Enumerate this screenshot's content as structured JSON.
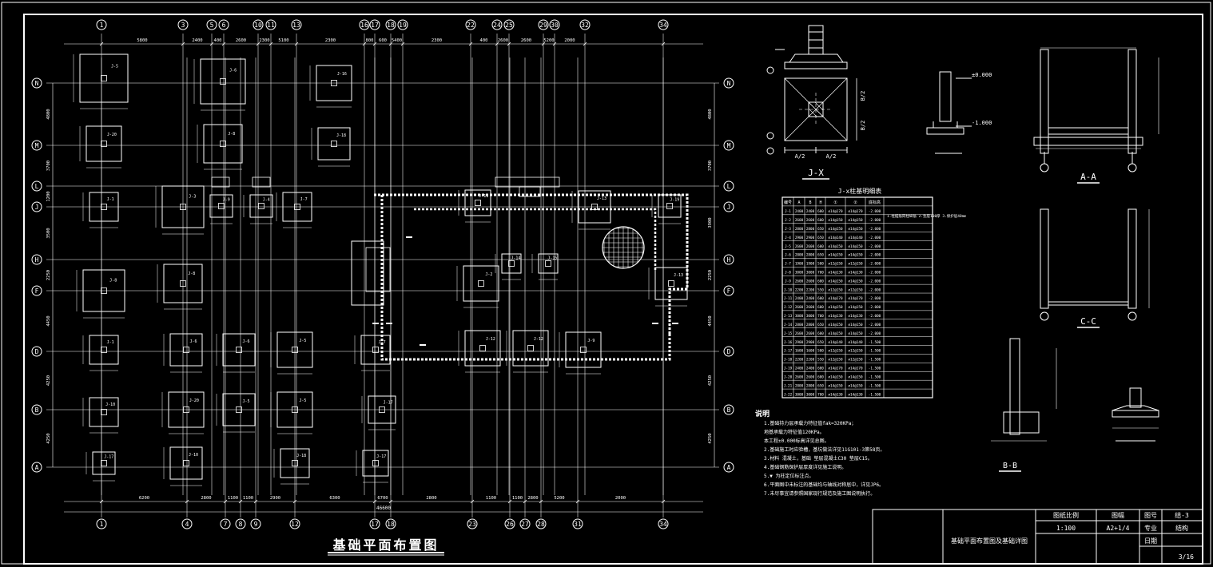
{
  "drawing": {
    "title": "基础平面布置图",
    "scale_label": "1:100",
    "sheet_label": "A2+1/4",
    "sheet_no": "3/16",
    "detail_jx": "J-X",
    "detail_aa": "A-A",
    "detail_cc": "C-C",
    "detail_bb": "B-B",
    "table_title": "J-x柱基明细表",
    "notes_heading": "说明",
    "notes": [
      "1.基础持力层承载力特征值fak=320KPa；",
      "  地基承载力特征值120KPa。",
      "  本工程±0.000标高详见总图。",
      "2.基础施工时应验槽，基坑做法详见11G101-3第58页。",
      "3.材料 混凝土，基础 垫层混凝土C30 垫层C15。",
      "4.基础钢筋保护层厚度详见施工说明。",
      "5.▼ 为柱定位标注点。",
      "6.平面图中未标注的基础均与轴线对称居中，详见JP6。",
      "7.未尽事宜请参照国家现行规范及施工图说明执行。"
    ]
  },
  "grid": {
    "top_labels": [
      "1",
      "3",
      "5",
      "6",
      "10",
      "11",
      "13",
      "16",
      "17",
      "18",
      "19",
      "22",
      "24",
      "25",
      "29",
      "30",
      "32",
      "34"
    ],
    "bottom_labels": [
      "1",
      "4",
      "7",
      "8",
      "9",
      "12",
      "17",
      "18",
      "23",
      "26",
      "27",
      "28",
      "31",
      "34"
    ],
    "row_labels": [
      "N",
      "M",
      "L",
      "J",
      "H",
      "F",
      "D",
      "B",
      "A"
    ],
    "top_dims": [
      "5800",
      "2400",
      "400",
      "2600",
      "2300",
      "5100",
      "2300",
      "800",
      "600",
      "5400",
      "2300",
      "400",
      "2600",
      "2600",
      "5200",
      "2000"
    ],
    "bottom_dims": [
      "6200",
      "2800",
      "1100",
      "1100",
      "2900",
      "6300",
      "6700",
      "2800",
      "1100",
      "1100",
      "2800",
      "5200",
      "2000"
    ],
    "total_dim": "46600",
    "left_dims": [
      "4800",
      "3700",
      "1200",
      "3500",
      "2250",
      "4450",
      "4250",
      "4250"
    ],
    "right_dims": [
      "4800",
      "3700",
      "3900",
      "2250",
      "4450",
      "4250",
      "4250"
    ]
  },
  "footings": [
    {
      "label": "J-5"
    },
    {
      "label": "J-6"
    },
    {
      "label": "J-16"
    },
    {
      "label": "J-20"
    },
    {
      "label": "J-8"
    },
    {
      "label": "J-18"
    },
    {
      "label": "J-1"
    },
    {
      "label": "J-3"
    },
    {
      "label": "J-9"
    },
    {
      "label": "J-4"
    },
    {
      "label": "J-7"
    },
    {
      "label": "J-11"
    },
    {
      "label": "J-13"
    },
    {
      "label": "J-19"
    },
    {
      "label": "J-8"
    },
    {
      "label": "J-8"
    },
    {
      "label": "J-2"
    },
    {
      "label": "J-14"
    },
    {
      "label": "J-15"
    },
    {
      "label": "J-13"
    },
    {
      "label": "J-1"
    },
    {
      "label": "J-6"
    },
    {
      "label": "J-6"
    },
    {
      "label": "J-5"
    },
    {
      "label": "J-7"
    },
    {
      "label": "J-12"
    },
    {
      "label": "J-12"
    },
    {
      "label": "J-9"
    },
    {
      "label": "J-10"
    },
    {
      "label": "J-20"
    },
    {
      "label": "J-5"
    },
    {
      "label": "J-5"
    },
    {
      "label": "J-17"
    },
    {
      "label": "J-17"
    },
    {
      "label": "J-10"
    },
    {
      "label": "J-18"
    },
    {
      "label": "J-17"
    }
  ],
  "table": {
    "headers": [
      "编号",
      "A",
      "B",
      "H",
      "①",
      "②",
      "底标高"
    ],
    "rows": [
      [
        "J-1",
        "2400",
        "2400",
        "600",
        "⌀14@170",
        "⌀14@170",
        "-2.000"
      ],
      [
        "J-2",
        "2600",
        "2600",
        "600",
        "⌀14@150",
        "⌀14@150",
        "-2.000"
      ],
      [
        "J-3",
        "2800",
        "2800",
        "650",
        "⌀14@150",
        "⌀14@150",
        "-2.000"
      ],
      [
        "J-4",
        "2900",
        "2900",
        "650",
        "⌀14@140",
        "⌀14@140",
        "-2.000"
      ],
      [
        "J-5",
        "2600",
        "2600",
        "600",
        "⌀14@150",
        "⌀14@150",
        "-2.000"
      ],
      [
        "J-6",
        "2800",
        "2800",
        "650",
        "⌀14@150",
        "⌀14@150",
        "-2.000"
      ],
      [
        "J-7",
        "1900",
        "1900",
        "500",
        "⌀12@150",
        "⌀12@150",
        "-2.000"
      ],
      [
        "J-8",
        "3000",
        "3000",
        "700",
        "⌀14@130",
        "⌀14@130",
        "-2.000"
      ],
      [
        "J-9",
        "2600",
        "2600",
        "600",
        "⌀14@150",
        "⌀14@150",
        "-2.000"
      ],
      [
        "J-10",
        "2200",
        "2200",
        "550",
        "⌀12@150",
        "⌀12@150",
        "-2.000"
      ],
      [
        "J-11",
        "2400",
        "2400",
        "600",
        "⌀14@170",
        "⌀14@170",
        "-2.000"
      ],
      [
        "J-12",
        "2600",
        "2600",
        "600",
        "⌀14@150",
        "⌀14@150",
        "-2.000"
      ],
      [
        "J-13",
        "3000",
        "3000",
        "700",
        "⌀14@130",
        "⌀14@130",
        "-2.000"
      ],
      [
        "J-14",
        "2800",
        "2800",
        "650",
        "⌀14@150",
        "⌀14@150",
        "-2.000"
      ],
      [
        "J-15",
        "2600",
        "2600",
        "600",
        "⌀14@150",
        "⌀14@150",
        "-2.000"
      ],
      [
        "J-16",
        "2900",
        "2900",
        "650",
        "⌀14@140",
        "⌀14@140",
        "-1.500"
      ],
      [
        "J-17",
        "1600",
        "1600",
        "500",
        "⌀12@150",
        "⌀12@150",
        "-1.500"
      ],
      [
        "J-18",
        "2200",
        "2200",
        "550",
        "⌀12@150",
        "⌀12@150",
        "-1.500"
      ],
      [
        "J-19",
        "2400",
        "2400",
        "600",
        "⌀14@170",
        "⌀14@170",
        "-1.500"
      ],
      [
        "J-20",
        "2600",
        "2600",
        "600",
        "⌀14@150",
        "⌀14@150",
        "-1.500"
      ],
      [
        "J-21",
        "2800",
        "2800",
        "650",
        "⌀14@150",
        "⌀14@150",
        "-1.500"
      ],
      [
        "J-22",
        "3000",
        "3000",
        "700",
        "⌀14@130",
        "⌀14@130",
        "-1.500"
      ]
    ],
    "remark": "1.柱插筋同柱纵筋 2.垫层100厚 3.保护层40mm"
  },
  "title_block": {
    "drawing_name": "基础平面布置图及基础详图",
    "scale_header": "图纸比例",
    "size_header": "图幅",
    "no_header": "图号",
    "no_value": "结-3",
    "discipline_header": "专业",
    "discipline_value": "结构",
    "date_header": "日期"
  },
  "colors": {
    "lines": "#ffffff",
    "background": "#000000"
  }
}
